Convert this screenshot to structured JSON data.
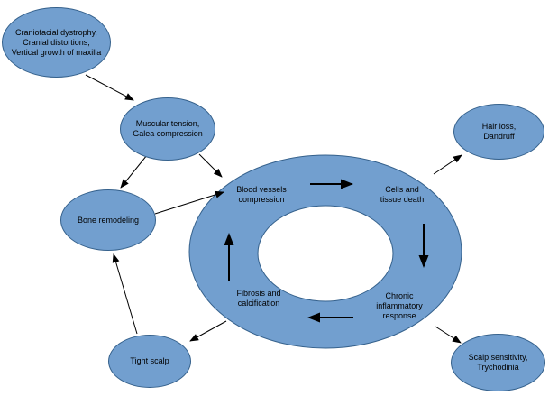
{
  "diagram": {
    "nodes": {
      "craniofacial": {
        "label": "Craniofacial dystrophy,\nCranial distortions,\nVertical growth of maxilla"
      },
      "muscular": {
        "label": "Muscular tension,\nGalea compression"
      },
      "bone": {
        "label": "Bone remodeling"
      },
      "hair_loss": {
        "label": "Hair loss,\nDandruff"
      },
      "scalp_sensitivity": {
        "label": "Scalp sensitivity,\nTrychodinia"
      },
      "tight_scalp": {
        "label": "Tight scalp"
      },
      "cycle_blood": {
        "label": "Blood vessels\ncompression"
      },
      "cycle_cells": {
        "label": "Cells and\ntissue death"
      },
      "cycle_inflammatory": {
        "label": "Chronic\ninflammatory\nresponse"
      },
      "cycle_fibrosis": {
        "label": "Fibrosis and\ncalcification"
      }
    },
    "edges": [
      {
        "from": "craniofacial",
        "to": "muscular"
      },
      {
        "from": "muscular",
        "to": "bone"
      },
      {
        "from": "muscular",
        "to": "cycle_blood"
      },
      {
        "from": "bone",
        "to": "cycle_blood"
      },
      {
        "from": "cycle_blood",
        "to": "cycle_cells"
      },
      {
        "from": "cycle_cells",
        "to": "cycle_inflammatory"
      },
      {
        "from": "cycle_inflammatory",
        "to": "cycle_fibrosis"
      },
      {
        "from": "cycle_fibrosis",
        "to": "cycle_blood"
      },
      {
        "from": "cycle_cells",
        "to": "hair_loss"
      },
      {
        "from": "cycle_inflammatory",
        "to": "scalp_sensitivity"
      },
      {
        "from": "cycle_fibrosis",
        "to": "tight_scalp"
      },
      {
        "from": "tight_scalp",
        "to": "bone"
      }
    ],
    "colors": {
      "background": "#ffffff",
      "node_fill": "#729fcf",
      "node_stroke": "#35618c",
      "arrow": "#000000"
    }
  }
}
